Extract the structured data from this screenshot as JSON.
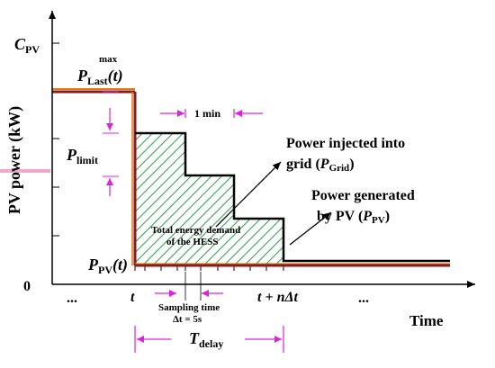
{
  "axes": {
    "y_label": "PV power (kW)",
    "x_label": "Time",
    "origin": "0",
    "y_max_label_main": "C",
    "y_max_label_sub": "PV"
  },
  "labels": {
    "p_last_main": "P",
    "p_last_sub": "Last",
    "p_last_sup": "max",
    "p_last_arg": "(t)",
    "p_limit_main": "P",
    "p_limit_sub": "limit",
    "p_pv_main": "P",
    "p_pv_sub": "PV",
    "p_pv_arg": "(t)",
    "one_min": "1 min",
    "injected_line1": "Power injected into",
    "injected_line2_pre": "grid (",
    "injected_line2_main": "P",
    "injected_line2_sub": "Grid",
    "injected_line2_post": ")",
    "generated_line1": "Power generated",
    "generated_line2_pre": "by PV (",
    "generated_line2_main": "P",
    "generated_line2_sub": "PV",
    "generated_line2_post": ")",
    "energy_line1": "Total  energy demand",
    "energy_line2": "of the HESS",
    "sampling_line1": "Sampling time",
    "sampling_line2": "Δt = 5s",
    "tick_dots_left": "...",
    "tick_t": "t",
    "tick_t_ndt_pre": "t  + n",
    "tick_t_ndt_delta": "Δt",
    "tick_dots_right": "...",
    "t_delay_main": "T",
    "t_delay_sub": "delay"
  },
  "colors": {
    "grid_line": "#000000",
    "pv_line": "#8b1a1a",
    "orange_line": "#e07a10",
    "hatch": "#3aa35a",
    "magenta": "#e020e0",
    "pink_band": "#f2a8c8"
  }
}
